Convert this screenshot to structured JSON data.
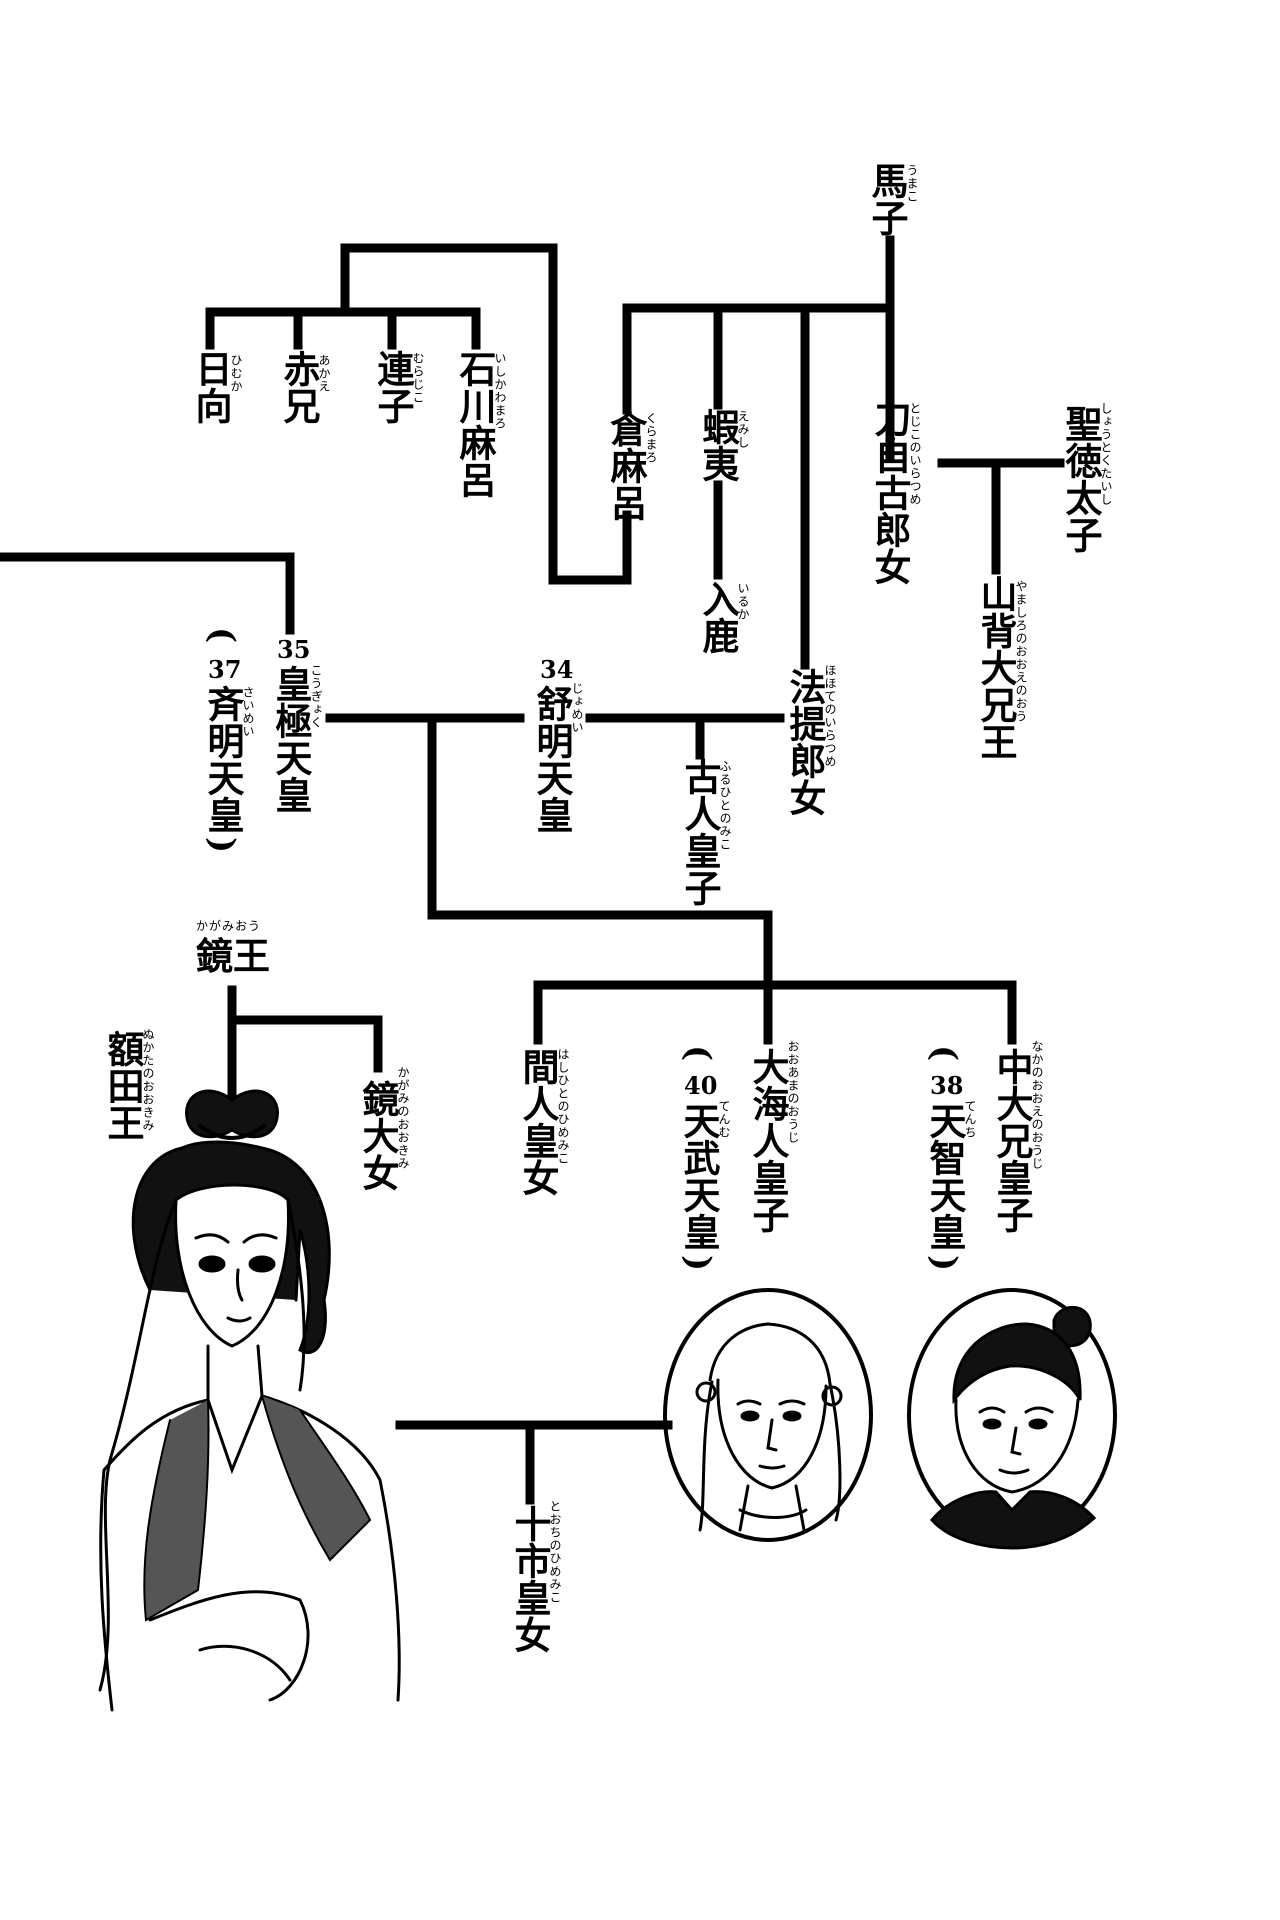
{
  "people": {
    "umako": {
      "name": "馬子",
      "reading": "うまこ"
    },
    "hyuga": {
      "name": "日向",
      "reading": "ひむか"
    },
    "akae": {
      "name": "赤兄",
      "reading": "あかえ"
    },
    "muraji": {
      "name": "連子",
      "reading": "むらじこ"
    },
    "ishikawamaro": {
      "name": "石川麻呂",
      "reading": "いしかわまろ"
    },
    "kuramaro": {
      "name": "倉麻呂",
      "reading": "くらまろ"
    },
    "emishi": {
      "name": "蝦夷",
      "reading": "えみし"
    },
    "iruka": {
      "name": "入鹿",
      "reading": "いるか"
    },
    "tojiko": {
      "name": "刀自古郎女",
      "reading": "とじこのいらつめ"
    },
    "shotoku": {
      "name": "聖徳太子",
      "reading": "しょうとくたいし"
    },
    "yamashiro": {
      "name": "山背大兄王",
      "reading": "やましろのおおえのおう"
    },
    "hohote": {
      "name": "法提郎女",
      "reading": "ほほてのいらつめ"
    },
    "kogyoku": {
      "name": "皇極天皇",
      "reading": "こうぎょく",
      "number": "35"
    },
    "saimei": {
      "name": "斉明天皇",
      "reading": "さいめい",
      "number": "37"
    },
    "jomei": {
      "name": "舒明天皇",
      "reading": "じょめい",
      "number": "34"
    },
    "furuhito": {
      "name": "古人皇子",
      "reading": "ふるひとのみこ"
    },
    "kagami_o": {
      "name": "鏡王",
      "reading": "かがみおう"
    },
    "nukata": {
      "name": "額田王",
      "reading": "ぬかたのおおきみ"
    },
    "kagami_okimi": {
      "name": "鏡大女",
      "reading": "かがみのおおきみ"
    },
    "hashihito": {
      "name": "間人皇女",
      "reading": "はしひとのひめみこ"
    },
    "oama": {
      "name": "大海人皇子",
      "reading": "おおあまのおうじ"
    },
    "tenmu": {
      "name": "天武天皇",
      "reading": "てんむ",
      "number": "40"
    },
    "nakanooe": {
      "name": "中大兄皇子",
      "reading": "なかのおおえのおうじ"
    },
    "tenji": {
      "name": "天智天皇",
      "reading": "てんち",
      "number": "38"
    },
    "tochi": {
      "name": "十市皇女",
      "reading": "とおちのひめみこ"
    }
  },
  "paren": {
    "open": "(",
    "close": ")"
  },
  "colors": {
    "ink": "#000000",
    "paper": "#ffffff"
  },
  "portraits": [
    "nukata-portrait",
    "oama-portrait",
    "nakanooe-portrait"
  ]
}
